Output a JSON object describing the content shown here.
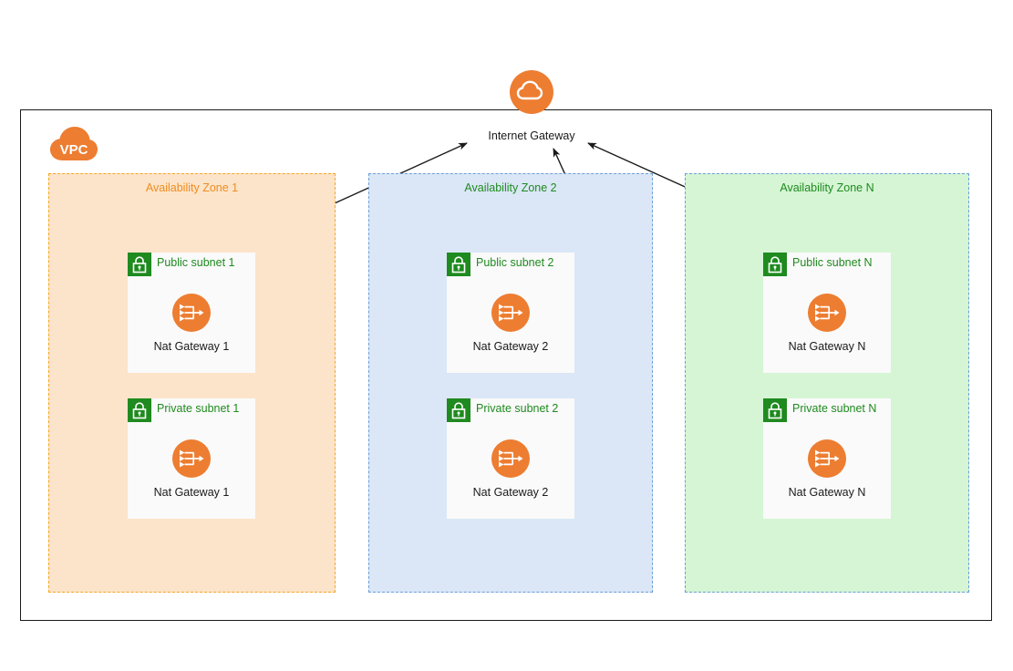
{
  "diagram": {
    "vpc": {
      "label": "VPC",
      "icon": "vpc-cloud-icon",
      "border_color": "#1a1a1a"
    },
    "internet_gateway": {
      "label": "Internet Gateway",
      "icon": "internet-gateway-cloud-icon",
      "icon_color": "#ED7D31"
    },
    "availability_zones": [
      {
        "title": "Availability Zone 1",
        "fill": "#fce4ca",
        "border": "#f5a623",
        "text_color": "#f08c1e",
        "subnets": [
          {
            "type": "public",
            "label": "Public  subnet 1",
            "resource": "Nat Gateway 1",
            "icon": "nat-gateway-icon",
            "lock": "lock-icon"
          },
          {
            "type": "private",
            "label": "Private  subnet 1",
            "resource": "Nat Gateway 1",
            "icon": "nat-gateway-icon",
            "lock": "lock-icon"
          }
        ]
      },
      {
        "title": "Availability Zone 2",
        "fill": "#dbe7f7",
        "border": "#6c9fd8",
        "text_color": "#1f8a1f",
        "subnets": [
          {
            "type": "public",
            "label": "Public  subnet 2",
            "resource": "Nat Gateway 2",
            "icon": "nat-gateway-icon",
            "lock": "lock-icon"
          },
          {
            "type": "private",
            "label": "Private  subnet 2",
            "resource": "Nat Gateway 2",
            "icon": "nat-gateway-icon",
            "lock": "lock-icon"
          }
        ]
      },
      {
        "title": "Availability Zone N",
        "fill": "#d5f5d5",
        "border": "#6c9fd8",
        "text_color": "#1f8a1f",
        "subnets": [
          {
            "type": "public",
            "label": "Public  subnet N",
            "resource": "Nat Gateway N",
            "icon": "nat-gateway-icon",
            "lock": "lock-icon"
          },
          {
            "type": "private",
            "label": "Private  subnet N",
            "resource": "Nat Gateway N",
            "icon": "nat-gateway-icon",
            "lock": "lock-icon"
          }
        ]
      }
    ],
    "connections": [
      {
        "from": "Public  subnet 1",
        "to": "Internet Gateway",
        "style": "arrow"
      },
      {
        "from": "Public  subnet 2",
        "to": "Internet Gateway",
        "style": "arrow"
      },
      {
        "from": "Public  subnet N",
        "to": "Internet Gateway",
        "style": "arrow"
      }
    ],
    "colors": {
      "aws_orange": "#ED7D31",
      "subnet_green": "#1f8a1f",
      "line": "#1a1a1a"
    }
  }
}
